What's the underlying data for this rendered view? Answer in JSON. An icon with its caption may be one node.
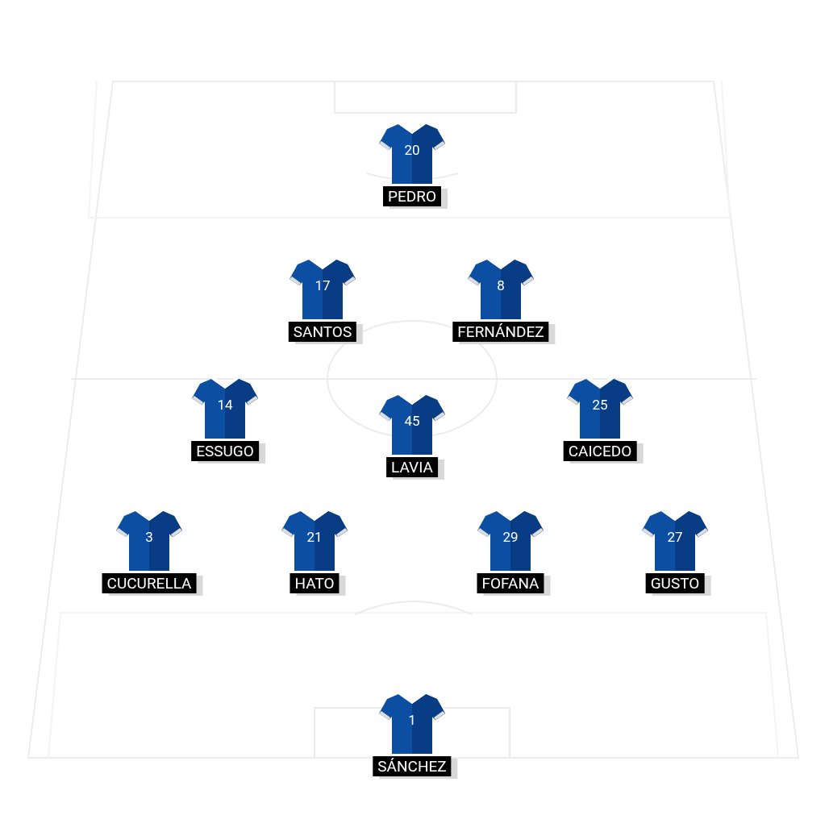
{
  "diagram": {
    "nodes": [
      {
        "text": [
          "20"
        ],
        "beside": [
          "PEDRO"
        ]
      },
      {
        "text": [
          "17"
        ],
        "beside": [
          "SANTOS"
        ]
      },
      {
        "text": [
          "8"
        ],
        "beside": [
          "FERNÁNDEZ"
        ]
      },
      {
        "text": [
          "14"
        ],
        "beside": [
          "ESSUGO"
        ]
      },
      {
        "text": [
          "45"
        ],
        "beside": [
          "LAVIA"
        ]
      },
      {
        "text": [
          "25"
        ],
        "beside": [
          "CAICEDO"
        ]
      },
      {
        "text": [
          "3"
        ],
        "beside": [
          "CUCURELLA"
        ]
      },
      {
        "text": [
          "21"
        ],
        "beside": [
          "HATO"
        ]
      },
      {
        "text": [
          "29"
        ],
        "beside": [
          "FOFANA"
        ]
      },
      {
        "text": [
          "27"
        ],
        "beside": [
          "GUSTO"
        ]
      },
      {
        "text": [
          "1"
        ],
        "beside": [
          "SÁNCHEZ"
        ]
      }
    ]
  }
}
